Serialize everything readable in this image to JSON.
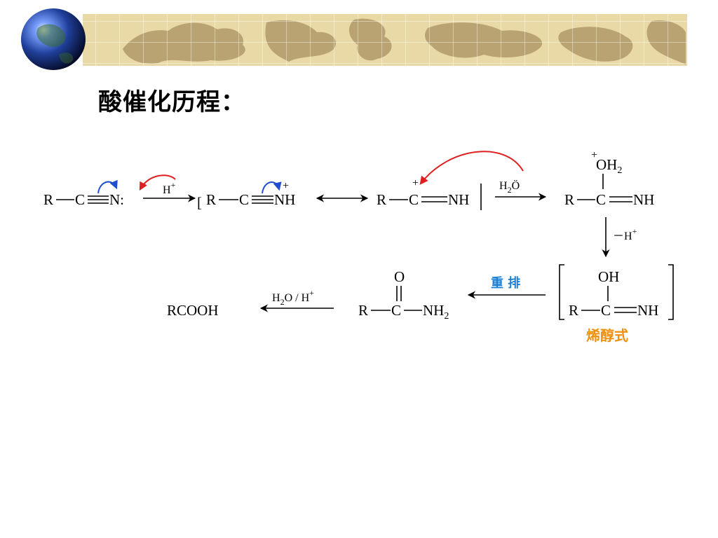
{
  "slide": {
    "title": "酸催化历程："
  },
  "scheme": {
    "nitrile": {
      "r": "R",
      "c": "C",
      "n": "N:"
    },
    "step1_reagent": {
      "base": "H",
      "sup": "+"
    },
    "protonated_a": {
      "r": "R",
      "c": "C",
      "nh": "NH",
      "charge": "+"
    },
    "protonated_b": {
      "r": "R",
      "c": "C",
      "nh": "NH",
      "charge": "+"
    },
    "step2_reagent": {
      "h": "H",
      "sub": "2",
      "o": "Ö"
    },
    "water_adduct": {
      "charge": "+",
      "oh": "OH",
      "sub": "2",
      "r": "R",
      "c": "C",
      "nh": "NH"
    },
    "step3_reagent": {
      "text": "－H",
      "sup": "+"
    },
    "enol": {
      "oh": "OH",
      "r": "R",
      "c": "C",
      "nh": "NH",
      "label": "烯醇式"
    },
    "rearrangement": {
      "label": "重 排"
    },
    "amide": {
      "o": "O",
      "r": "R",
      "c": "C",
      "nh": "NH",
      "sub": "2"
    },
    "step5_reagent": {
      "h": "H",
      "sub": "2",
      "rest": "O / H",
      "sup": "+"
    },
    "acid": {
      "formula": "RCOOH"
    }
  },
  "colors": {
    "banner_bg": "#e9d9a6",
    "map_land": "#b9a372",
    "grid": "#ffffff",
    "globe_ocean": "#1f3f9a",
    "red_arrow": "#e02020",
    "blue_arrow": "#1f4fd0",
    "rearrangement_label": "#1a7fd6",
    "enol_label": "#f09010"
  },
  "icons": {
    "banner_globe": "globe-icon",
    "banner_map": "world-map-icon"
  }
}
